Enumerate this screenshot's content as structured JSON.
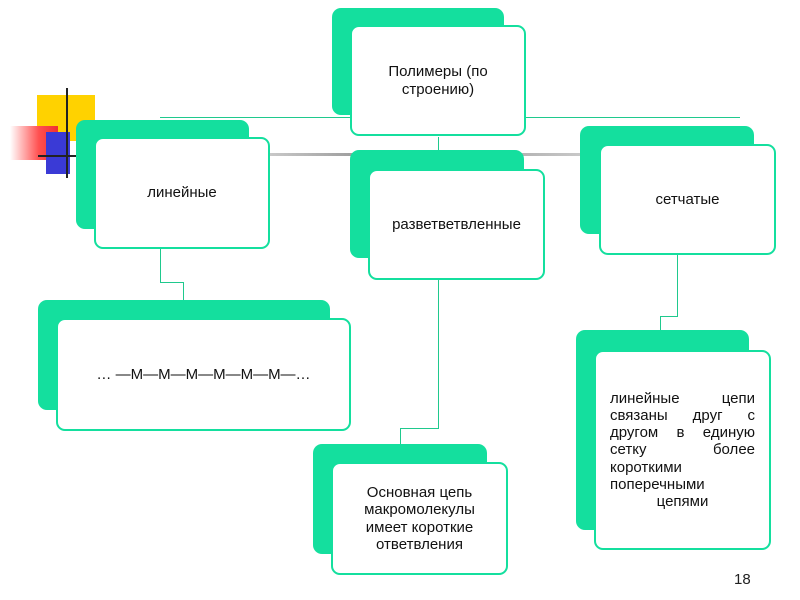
{
  "diagram": {
    "root": "Полимеры (по строению)",
    "types": [
      "линейные",
      "разветветвленные",
      "сетчатые"
    ],
    "details": {
      "linear": "… —М—М—М—М—М—М—…",
      "branched": "Основная цепь макромолекулы имеет короткие ответвления",
      "network": "линейные цепи связаны друг с другом в единую сетку более короткими поперечными цепями"
    }
  },
  "slide_number": "18",
  "colors": {
    "box": "#14df9e",
    "connector": "#1fc98d"
  }
}
